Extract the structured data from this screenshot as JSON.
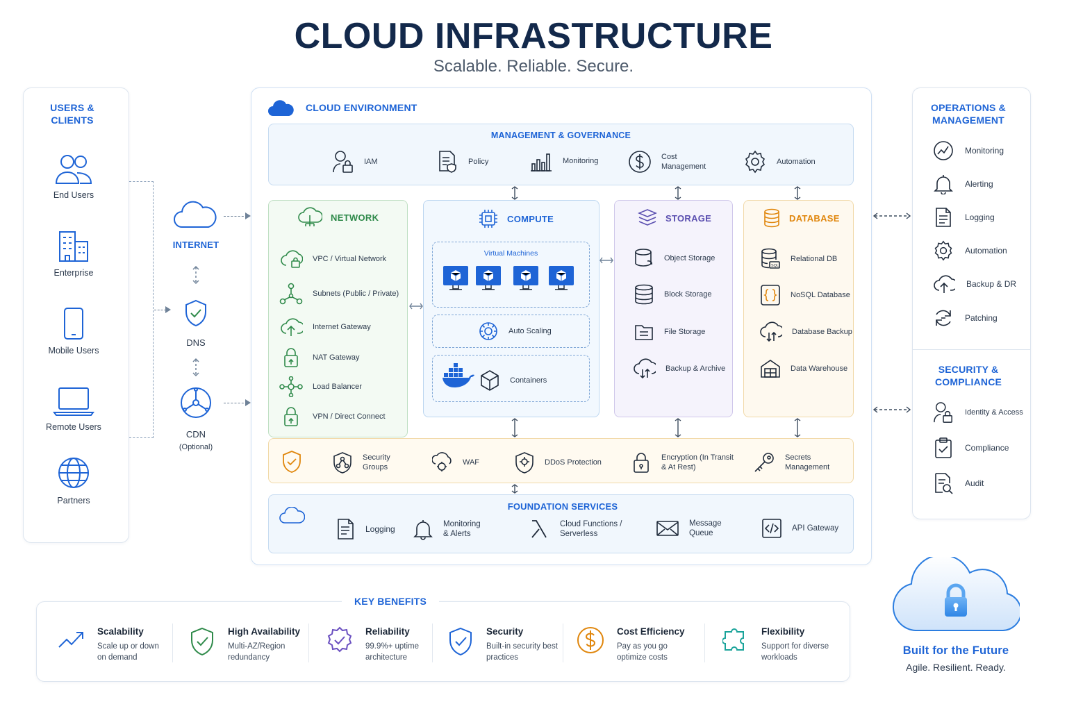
{
  "header": {
    "title": "CLOUD INFRASTRUCTURE",
    "subtitle": "Scalable. Reliable. Secure."
  },
  "users": {
    "title": "USERS & CLIENTS",
    "items": [
      "End Users",
      "Enterprise",
      "Mobile Users",
      "Remote Users",
      "Partners"
    ]
  },
  "edge": {
    "internet": "INTERNET",
    "dns": "DNS",
    "cdn": "CDN",
    "cdn_note": "(Optional)"
  },
  "cloud": {
    "title": "CLOUD ENVIRONMENT",
    "management": {
      "title": "MANAGEMENT & GOVERNANCE",
      "items": [
        "IAM",
        "Policy",
        "Monitoring",
        "Cost Management",
        "Automation"
      ]
    },
    "network": {
      "title": "NETWORK",
      "items": [
        "VPC / Virtual Network",
        "Subnets (Public / Private)",
        "Internet Gateway",
        "NAT Gateway",
        "Load Balancer",
        "VPN / Direct Connect"
      ]
    },
    "compute": {
      "title": "COMPUTE",
      "vm_label": "Virtual Machines",
      "auto_scaling": "Auto Scaling",
      "containers": "Containers"
    },
    "storage": {
      "title": "STORAGE",
      "items": [
        "Object Storage",
        "Block Storage",
        "File Storage",
        "Backup & Archive"
      ]
    },
    "database": {
      "title": "DATABASE",
      "items": [
        "Relational DB",
        "NoSQL Database",
        "Database Backup",
        "Data Warehouse"
      ]
    },
    "security_strip": {
      "items": [
        "Security Groups",
        "WAF",
        "DDoS Protection",
        "Encryption (In Transit & At Rest)",
        "Secrets Management"
      ]
    },
    "foundation": {
      "title": "FOUNDATION SERVICES",
      "items": [
        "Logging",
        "Monitoring & Alerts",
        "Cloud Functions / Serverless",
        "Message Queue",
        "API Gateway"
      ]
    }
  },
  "operations": {
    "title": "OPERATIONS & MANAGEMENT",
    "items": [
      "Monitoring",
      "Alerting",
      "Logging",
      "Automation",
      "Backup & DR",
      "Patching"
    ]
  },
  "security": {
    "title": "SECURITY & COMPLIANCE",
    "items": [
      "Identity & Access",
      "Compliance",
      "Audit"
    ]
  },
  "benefits": {
    "title": "KEY BENEFITS",
    "items": [
      {
        "title": "Scalability",
        "desc": "Scale up or down on demand"
      },
      {
        "title": "High Availability",
        "desc": "Multi-AZ/Region redundancy"
      },
      {
        "title": "Reliability",
        "desc": "99.9%+ uptime architecture"
      },
      {
        "title": "Security",
        "desc": "Built-in security best practices"
      },
      {
        "title": "Cost Efficiency",
        "desc": "Pay as you go optimize costs"
      },
      {
        "title": "Flexibility",
        "desc": "Support for diverse workloads"
      }
    ]
  },
  "future": {
    "title": "Built for the Future",
    "subtitle": "Agile. Resilient. Ready."
  },
  "colors": {
    "navy": "#13294b",
    "blue": "#1e64d6",
    "green": "#2f8a4a",
    "purple": "#5b4fb0",
    "orange": "#e0860c"
  }
}
